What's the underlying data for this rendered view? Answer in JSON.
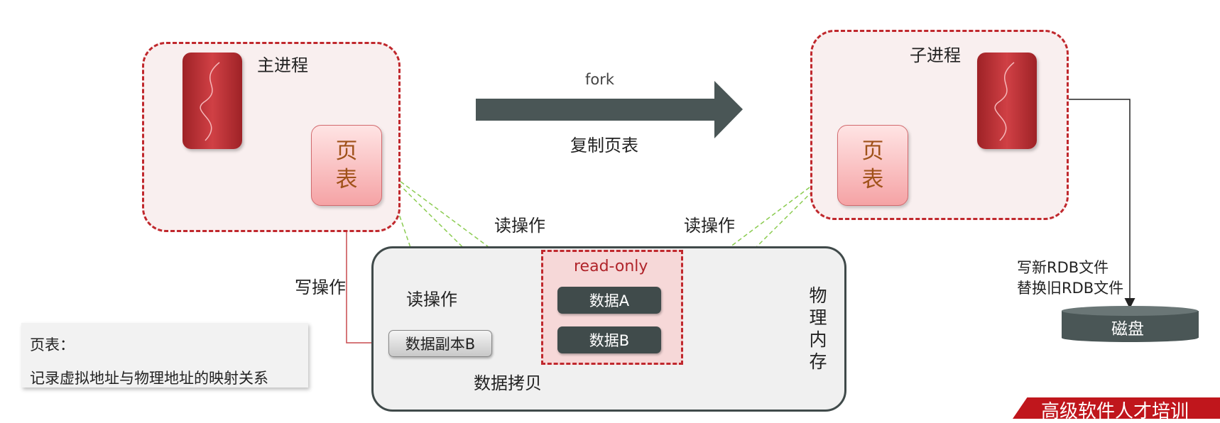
{
  "main_process": {
    "title": "主进程",
    "page_table": "页表"
  },
  "child_process": {
    "title": "子进程",
    "page_table": "页表"
  },
  "fork": {
    "label": "fork",
    "caption": "复制页表"
  },
  "ops": {
    "read_left": "读操作",
    "read_right": "读操作",
    "read_copy": "读操作",
    "write": "写操作",
    "copy_data": "数据拷贝"
  },
  "memory": {
    "label": "物理内存",
    "read_only": "read-only",
    "data_a": "数据A",
    "data_b": "数据B",
    "data_b_copy": "数据副本B"
  },
  "disk": {
    "label": "磁盘",
    "write_line1": "写新RDB文件",
    "write_line2": "替换旧RDB文件"
  },
  "note": {
    "title": "页表：",
    "body": "记录虚拟地址与物理地址的映射关系"
  },
  "banner": "高级软件人才培训",
  "colors": {
    "process_border": "#c0282d",
    "arrow_dark": "#4a5656",
    "read_line": "#8ccc52",
    "write_line": "#c84a4f"
  }
}
